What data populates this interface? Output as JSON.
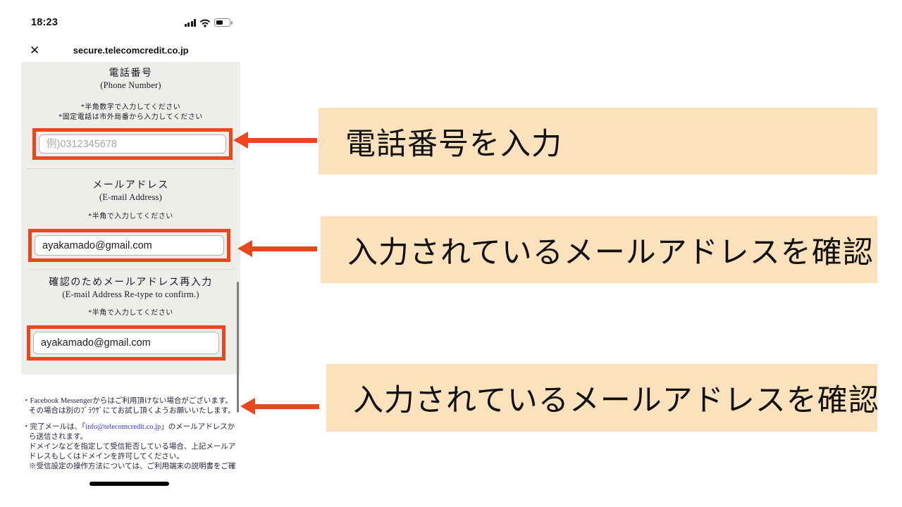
{
  "phone": {
    "status_bar": {
      "time": "18:23",
      "icons": [
        "cellular-signal-icon",
        "wifi-icon",
        "battery-icon"
      ]
    },
    "browser_bar": {
      "close_glyph": "✕",
      "url": "secure.telecomcredit.co.jp"
    },
    "form": {
      "sections": [
        {
          "title_ja": "電話番号",
          "title_en": "(Phone Number)",
          "notes": [
            "*半角数字で入力してください",
            "*固定電話は市外局番から入力してください"
          ],
          "placeholder": "例)0312345678",
          "value": ""
        },
        {
          "title_ja": "メールアドレス",
          "title_en": "(E-mail Address)",
          "notes": [
            "*半角で入力してください"
          ],
          "value": "ayakamado@gmail.com"
        },
        {
          "title_ja": "確認のためメールアドレス再入力",
          "title_en": "(E-mail Address Re-type to confirm.)",
          "notes": [
            "*半角で入力してください"
          ],
          "value": "ayakamado@gmail.com"
        }
      ]
    },
    "footnotes": {
      "fb_line1": "・Facebook Messengerからはご利用頂けない場合がございます。",
      "fb_line2": "その場合は別のﾌﾞﾗｳｻﾞにてお試し頂くようお願いいたします。",
      "mail_prefix": "・完了メールは、「",
      "mail_link": "info@telecomcredit.co.jp",
      "mail_suffix": "」のメールアドレスか",
      "mail_line2": "ら送信されます。",
      "mail_line3": "ドメインなどを指定して受信拒否している場合、上記メールア",
      "mail_line4": "ドレスもしくはドメインを許可してください。",
      "mail_line5": "※受信設定の操作方法については、ご利用端末の説明書をご確"
    }
  },
  "annotations": [
    {
      "label": "電話番号を入力"
    },
    {
      "label": "入力されているメールアドレスを確認"
    },
    {
      "label": "入力されているメールアドレスを確認"
    }
  ],
  "colors": {
    "accent_orange": "#e8481c",
    "annotation_bg": "#fbe2bd",
    "form_bg": "#efede9",
    "link_blue": "#3333cc"
  }
}
